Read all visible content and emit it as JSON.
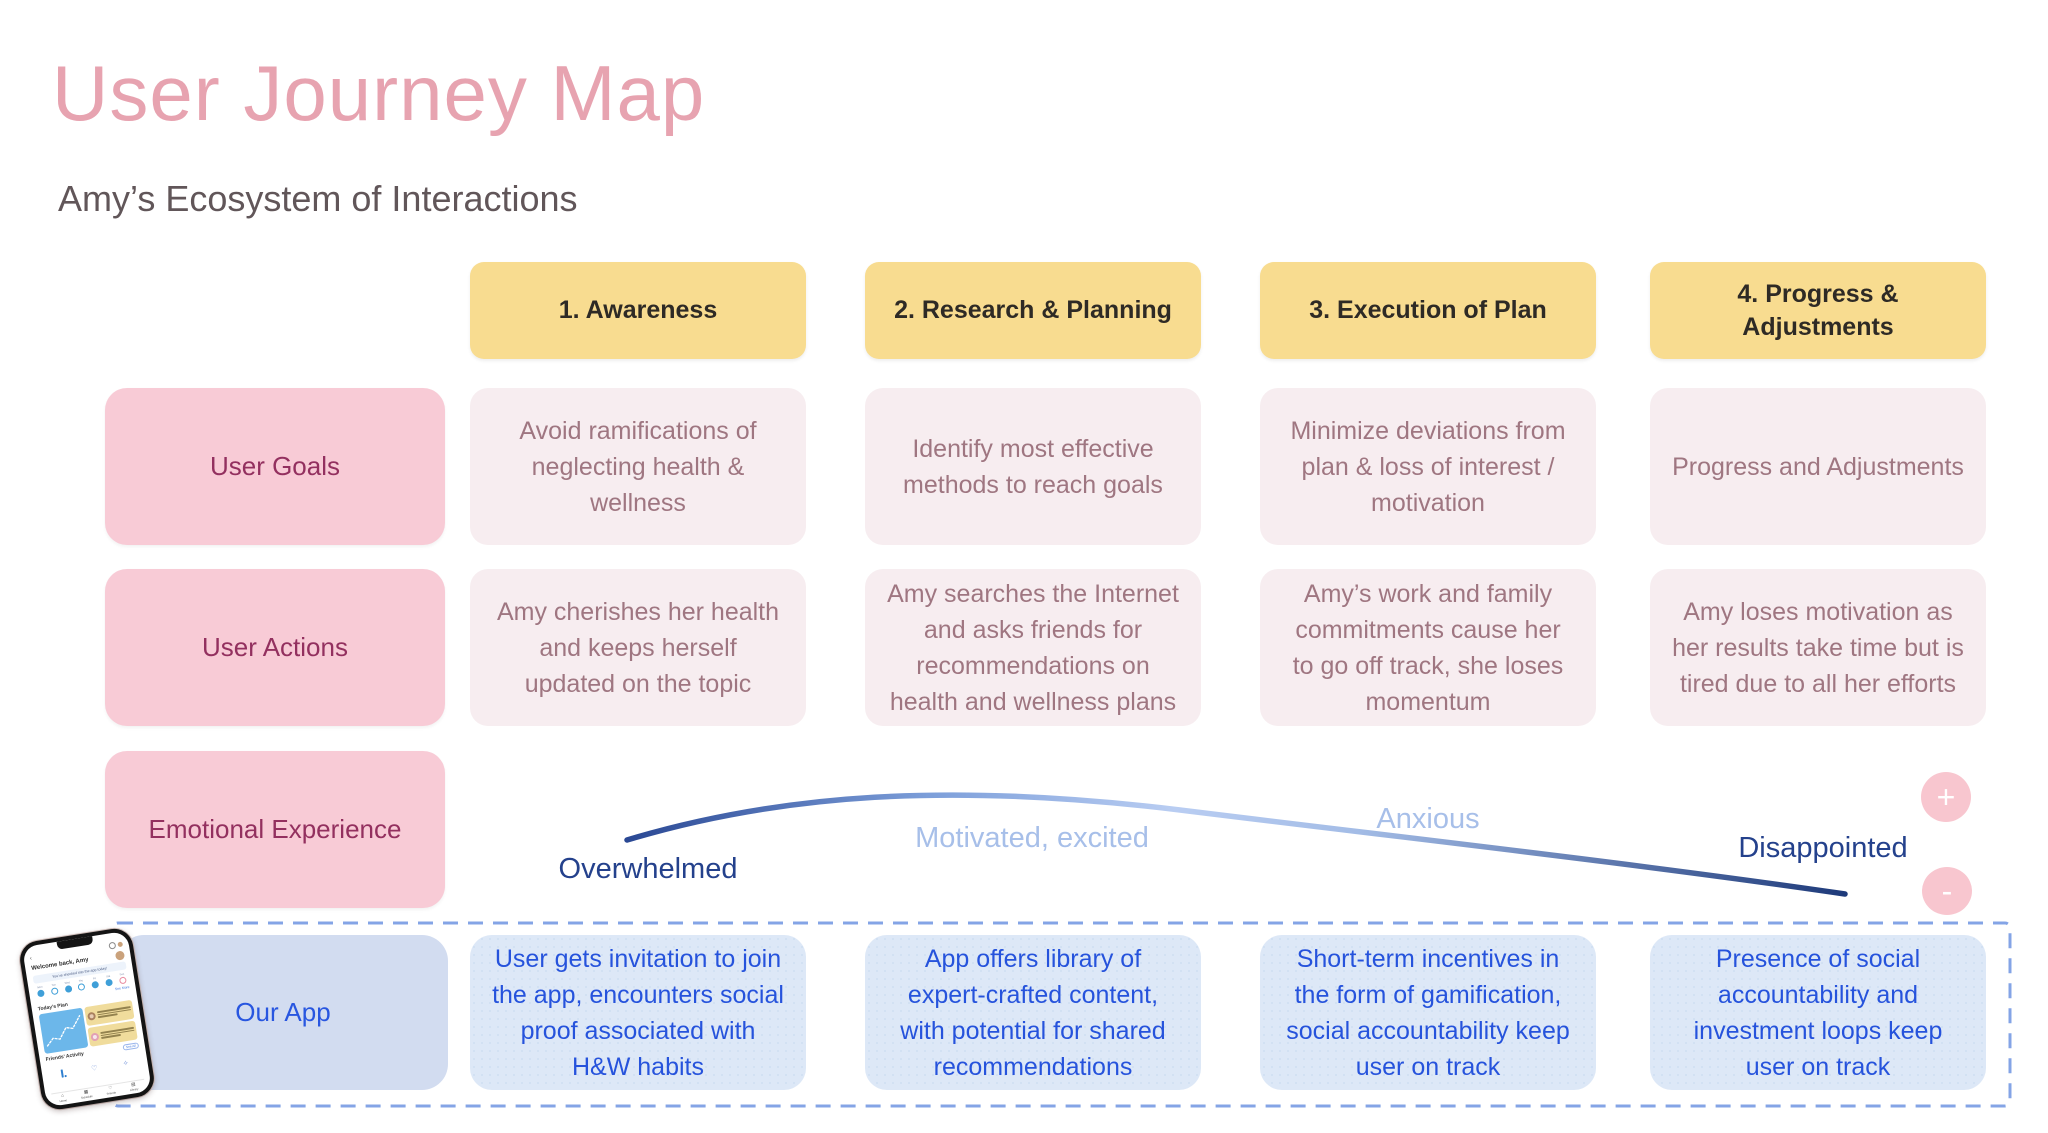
{
  "header": {
    "title": "User Journey Map",
    "subtitle": "Amy’s Ecosystem of Interactions"
  },
  "stages": [
    {
      "label": "1. Awareness"
    },
    {
      "label": "2. Research & Planning"
    },
    {
      "label": "3. Execution of Plan"
    },
    {
      "label": "4. Progress & Adjustments"
    }
  ],
  "rows": {
    "user_goals": {
      "label": "User Goals",
      "cells": [
        "Avoid ramifications of neglecting health & wellness",
        "Identify most effective methods to reach goals",
        "Minimize deviations from plan & loss of interest / motivation",
        "Progress and Adjustments"
      ]
    },
    "user_actions": {
      "label": "User Actions",
      "cells": [
        "Amy cherishes her health and keeps herself updated on the topic",
        "Amy searches the Internet and asks friends for recommendations on health and wellness plans",
        "Amy’s work and family commitments cause her to go off track, she loses momentum",
        "Amy loses motivation as her results take time but is tired due to all her efforts"
      ]
    },
    "emotional_experience": {
      "label": "Emotional Experience",
      "points": [
        {
          "label": "Overwhelmed",
          "tone": "dark"
        },
        {
          "label": "Motivated, excited",
          "tone": "light"
        },
        {
          "label": "Anxious",
          "tone": "light"
        },
        {
          "label": "Disappointed",
          "tone": "dark"
        }
      ],
      "scale": {
        "positive": "+",
        "negative": "-"
      }
    },
    "our_app": {
      "label": "Our App",
      "cells": [
        "User gets invitation to join the app, encounters social proof associated with H&W habits",
        "App offers library of expert-crafted content, with potential for shared recommendations",
        "Short-term incentives in the form of gamification, social accountability keep user on track",
        "Presence of social accountability and investment loops keep user on track"
      ]
    }
  },
  "phone": {
    "greeting": "Welcome back, Amy",
    "checkin": "You’ve checked into the app today!",
    "days": [
      "Mon",
      "Tue",
      "Wed",
      "Thu",
      "Fri",
      "Sat",
      "Sun"
    ],
    "see_more": "See More",
    "today_plan": "Today’s Plan",
    "friends_activity": "Friends’ Activity",
    "see_all": "See All",
    "nav": [
      "Home",
      "Schedule",
      "Friends",
      "Library"
    ]
  },
  "colors": {
    "title_pink": "#e7a3b0",
    "stage_yellow": "#f8dc90",
    "row_label_pink": "#f8cbd6",
    "row_label_text": "#93305f",
    "cell_pink": "#f7edf0",
    "cell_pink_text": "#9f7681",
    "app_label_bg": "#d2dcf0",
    "app_cell_bg": "#dde8f7",
    "app_text": "#2653dc",
    "curve_dark": "#24407e",
    "curve_light": "#b9cdf2",
    "dashed_border": "#84a4e6",
    "scale_button_pink": "#f8c6cf"
  }
}
